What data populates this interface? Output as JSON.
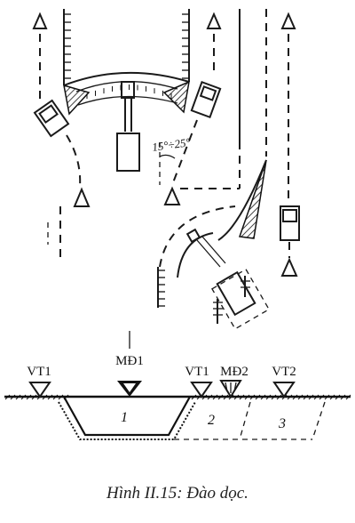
{
  "angle_label": "15°÷25°",
  "labels": {
    "vt1_left": "VT1",
    "md1": "MĐ1",
    "vt1_right": "VT1",
    "md2": "MĐ2",
    "vt2": "VT2"
  },
  "zones": [
    "1",
    "2",
    "3"
  ],
  "caption": "Hình II.15: Đào dọc."
}
